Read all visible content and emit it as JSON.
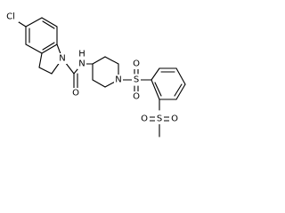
{
  "atoms": {
    "chlorine": "Cl",
    "indoline_nitrogen": "N",
    "carbonyl_oxygen": "O",
    "amide_nitrogen": "N",
    "amide_hydrogen": "H",
    "piperidine_nitrogen": "N",
    "sulfonyl_sulfur": "S",
    "sulfonyl_oxygen_1": "O",
    "sulfonyl_oxygen_2": "O",
    "methylsulfonyl_sulfur": "S",
    "methylsulfonyl_oxygen_1": "O",
    "methylsulfonyl_oxygen_2": "O"
  },
  "colors": {
    "bond": "#000000",
    "label": "#000000",
    "background": "#ffffff"
  }
}
